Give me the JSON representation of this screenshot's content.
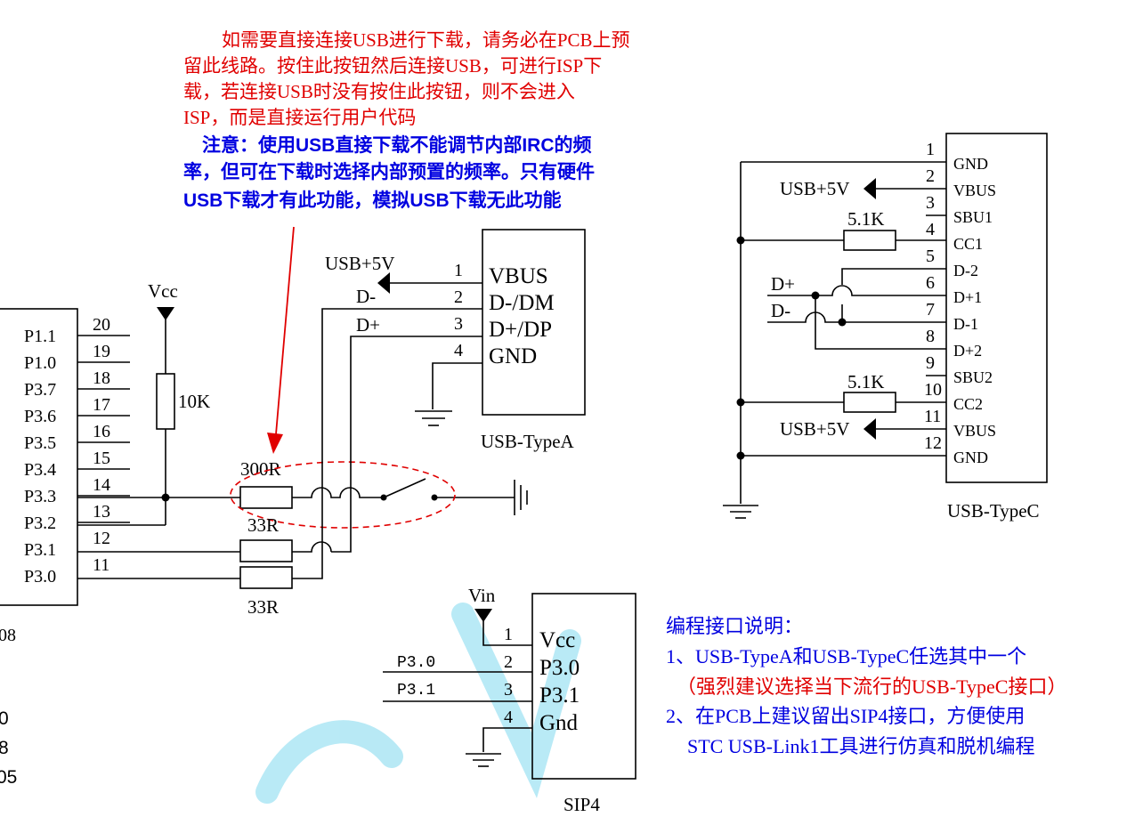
{
  "colors": {
    "note_red": "#e00000",
    "note_blue": "#0000e0",
    "wire": "#000000",
    "watermark": "#7fd8ee",
    "highlight": "#e00000"
  },
  "notes": {
    "red_lines": [
      "　如需要直接连接USB进行下载，请务必在PCB上预",
      "留此线路。按住此按钮然后连接USB，可进行ISP下",
      "载，若连接USB时没有按住此按钮，则不会进入",
      "ISP，而是直接运行用户代码"
    ],
    "blue_lines": [
      "　注意：使用USB直接下载不能调节内部IRC的频",
      "率，但可在下载时选择内部预置的频率。只有硬件",
      "USB下载才有此功能，模拟USB下载无此功能"
    ]
  },
  "mcu": {
    "pins": [
      {
        "num": "20",
        "name": "P1.1"
      },
      {
        "num": "19",
        "name": "P1.0"
      },
      {
        "num": "18",
        "name": "P3.7"
      },
      {
        "num": "17",
        "name": "P3.6"
      },
      {
        "num": "16",
        "name": "P3.5"
      },
      {
        "num": "15",
        "name": "P3.4"
      },
      {
        "num": "14",
        "name": "P3.3"
      },
      {
        "num": "13",
        "name": "P3.2"
      },
      {
        "num": "12",
        "name": "P3.1"
      },
      {
        "num": "11",
        "name": "P3.0"
      }
    ],
    "part_suffix": "08",
    "cut_texts": [
      "0",
      "8",
      "05"
    ]
  },
  "left_circuit": {
    "vcc": "Vcc",
    "r_pullup": "10K",
    "r_button": "300R",
    "r_dm": "33R",
    "r_dp": "33R",
    "usb5v": "USB+5V",
    "dminus": "D-",
    "dplus": "D+"
  },
  "typea": {
    "label": "USB-TypeA",
    "pins": [
      {
        "num": "1",
        "name": "VBUS"
      },
      {
        "num": "2",
        "name": "D-/DM"
      },
      {
        "num": "3",
        "name": "D+/DP"
      },
      {
        "num": "4",
        "name": "GND"
      }
    ]
  },
  "typec": {
    "label": "USB-TypeC",
    "usb5v_top": "USB+5V",
    "usb5v_bottom": "USB+5V",
    "r_cc1": "5.1K",
    "r_cc2": "5.1K",
    "dplus": "D+",
    "dminus": "D-",
    "pins": [
      {
        "num": "1",
        "name": "GND"
      },
      {
        "num": "2",
        "name": "VBUS"
      },
      {
        "num": "3",
        "name": "SBU1"
      },
      {
        "num": "4",
        "name": "CC1"
      },
      {
        "num": "5",
        "name": "D-2"
      },
      {
        "num": "6",
        "name": "D+1"
      },
      {
        "num": "7",
        "name": "D-1"
      },
      {
        "num": "8",
        "name": "D+2"
      },
      {
        "num": "9",
        "name": "SBU2"
      },
      {
        "num": "10",
        "name": "CC2"
      },
      {
        "num": "11",
        "name": "VBUS"
      },
      {
        "num": "12",
        "name": "GND"
      }
    ]
  },
  "sip4": {
    "label": "SIP4",
    "vin": "Vin",
    "net_p30": "P3.0",
    "net_p31": "P3.1",
    "pins": [
      {
        "num": "1",
        "name": "Vcc"
      },
      {
        "num": "2",
        "name": "P3.0"
      },
      {
        "num": "3",
        "name": "P3.1"
      },
      {
        "num": "4",
        "name": "Gnd"
      }
    ]
  },
  "explain": {
    "title": "编程接口说明：",
    "line1": "1、USB-TypeA和USB-TypeC任选其中一个",
    "line2": "（强烈建议选择当下流行的USB-TypeC接口）",
    "line3": "2、在PCB上建议留出SIP4接口，方便使用",
    "line4": "STC USB-Link1工具进行仿真和脱机编程"
  }
}
